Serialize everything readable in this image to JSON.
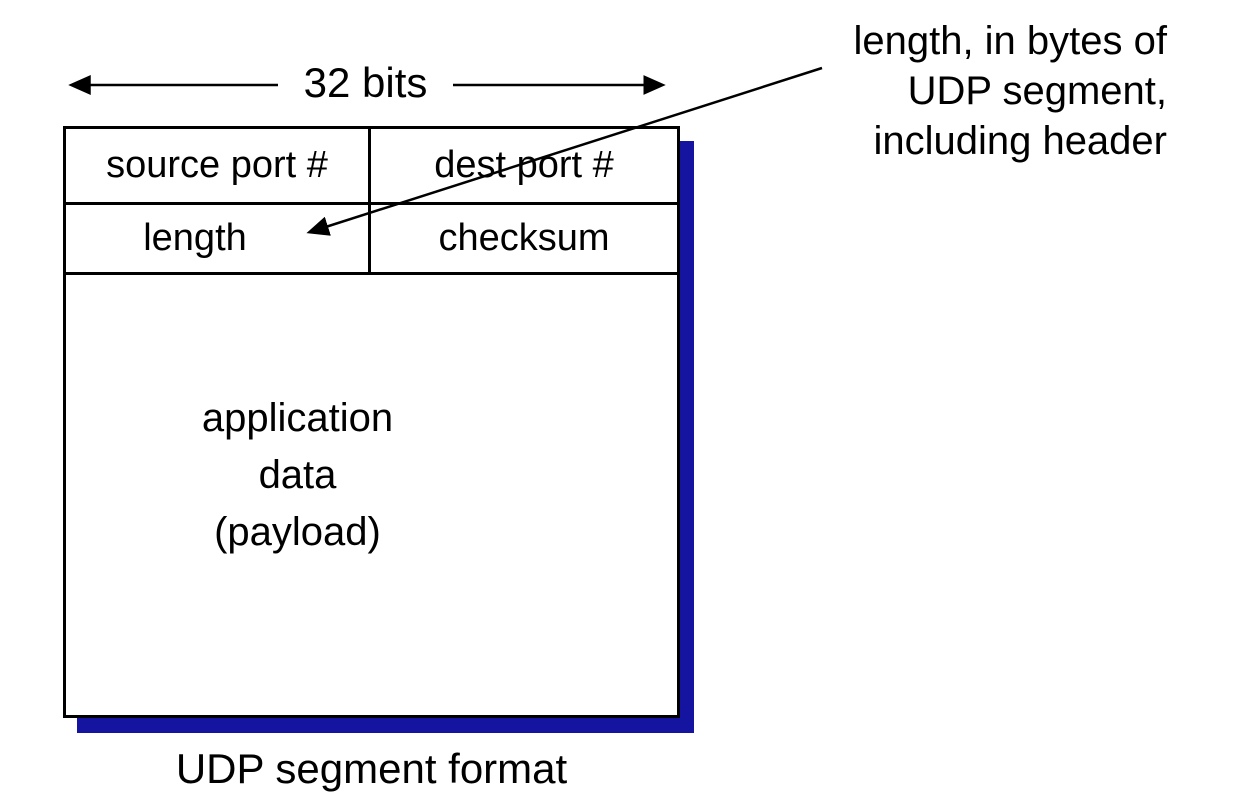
{
  "title": "UDP segment format diagram",
  "width_indicator": {
    "label": "32 bits"
  },
  "segment_box": {
    "fields": {
      "source_port": "source port #",
      "dest_port": "dest port #",
      "length": "length",
      "checksum": "checksum"
    },
    "payload": {
      "line1": "application",
      "line2": "data",
      "line3": "(payload)"
    }
  },
  "annotation": {
    "line1": "length, in bytes of",
    "line2": "UDP segment,",
    "line3": "including header"
  },
  "caption": "UDP segment format",
  "colors": {
    "shadow": "#1414A0",
    "border": "#000000",
    "text": "#000000",
    "background": "#FFFFFF"
  }
}
